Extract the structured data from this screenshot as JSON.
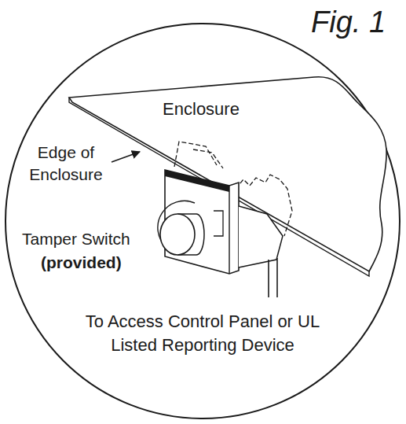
{
  "diagram": {
    "title": "Fig. 1",
    "labels": [
      "Enclosure",
      "Edge of Enclosure",
      "Tamper Switch",
      "(provided)",
      "To Access Control Panel or UL Listed Reporting Device"
    ]
  }
}
